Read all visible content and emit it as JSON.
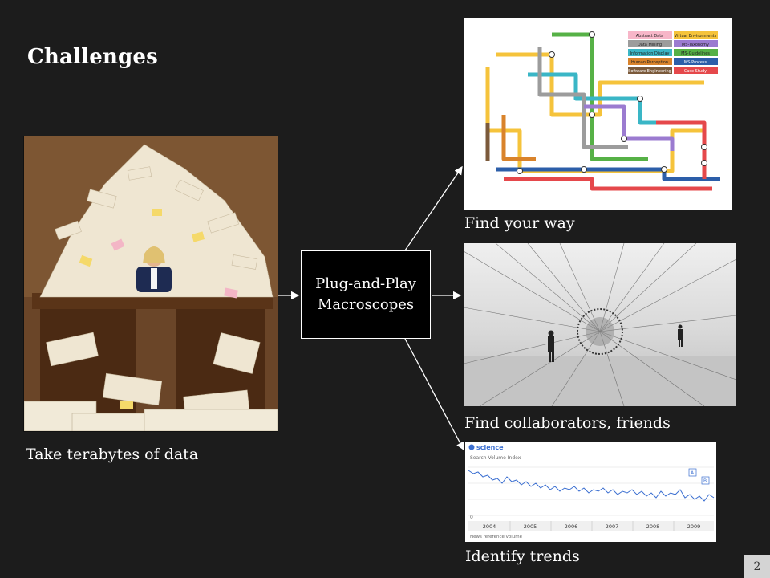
{
  "slide": {
    "title": "Challenges",
    "page_number": "2"
  },
  "left": {
    "caption": "Take terabytes of data"
  },
  "center": {
    "line1": "Plug-and-Play",
    "line2": "Macroscopes"
  },
  "right": {
    "items": [
      {
        "caption": "Find your way"
      },
      {
        "caption": "Find collaborators, friends"
      },
      {
        "caption": "Identify trends"
      }
    ],
    "metro_legend": [
      "Abstract Data",
      "Virtual Environments",
      "Data Mining",
      "MS-Taxonomy",
      "Information Display",
      "MS-Guidelines",
      "Human Perception",
      "MS-Process",
      "Software Engineering",
      "Case Study"
    ],
    "metro_legend_colors": [
      "#f7b6c8",
      "#f5c33b",
      "#9c9c9c",
      "#9b7bd0",
      "#3ab6c6",
      "#56b146",
      "#d9832b",
      "#2c5ea9",
      "#7b5a3b",
      "#e5484b"
    ],
    "trends_label": "science",
    "trends_sub": "Search Volume Index",
    "trends_years": [
      "2004",
      "2005",
      "2006",
      "2007",
      "2008",
      "2009"
    ],
    "trends_zero": "0",
    "trends_bottom": "News reference volume",
    "trends_markers": [
      "A",
      "B"
    ]
  }
}
